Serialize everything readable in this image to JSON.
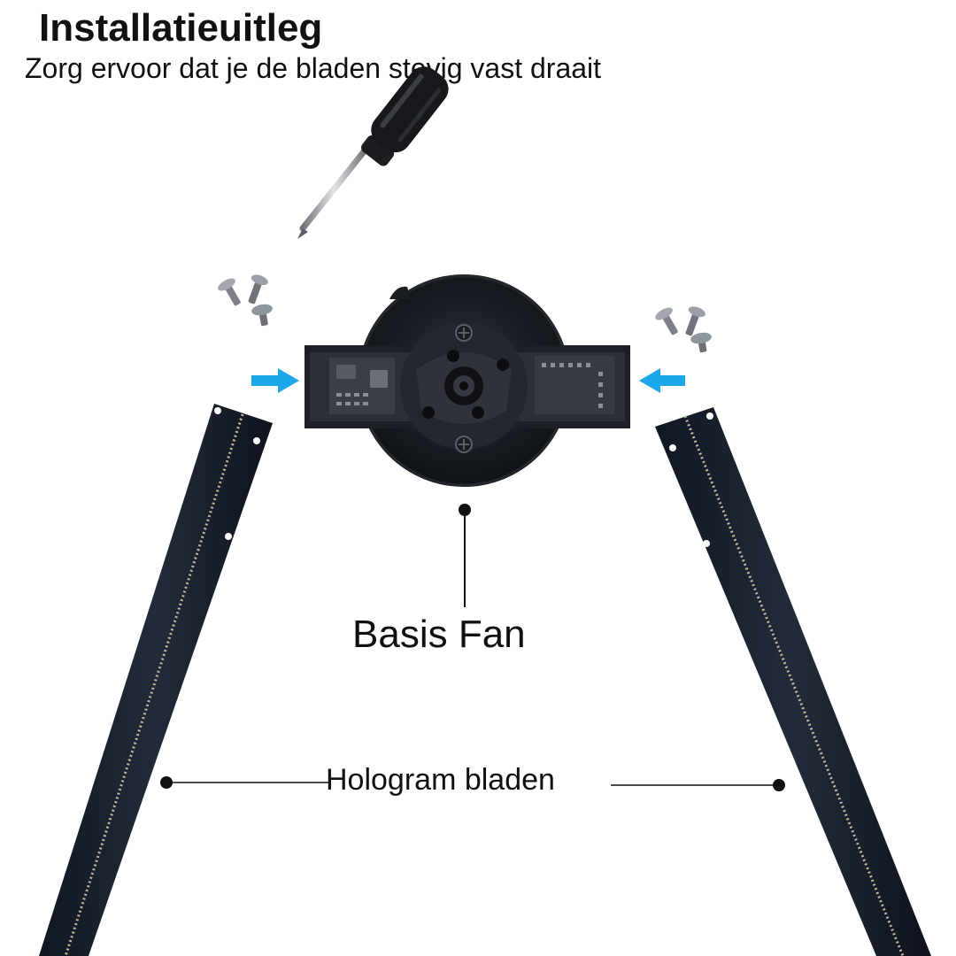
{
  "header": {
    "title": "Installatieuitleg",
    "subtitle": "Zorg ervoor dat je de bladen stevig vast draait"
  },
  "labels": {
    "base_fan": "Basis Fan",
    "blades": "Hologram bladen"
  },
  "colors": {
    "background": "#ffffff",
    "text": "#111111",
    "arrow": "#1aa7ec",
    "blade": "#1b2230",
    "device": "#14171d",
    "screw": "#8a8f96"
  },
  "icons": {
    "tool": "screwdriver-icon",
    "fastener": "screw-icon",
    "direction": "arrow-right-icon"
  }
}
